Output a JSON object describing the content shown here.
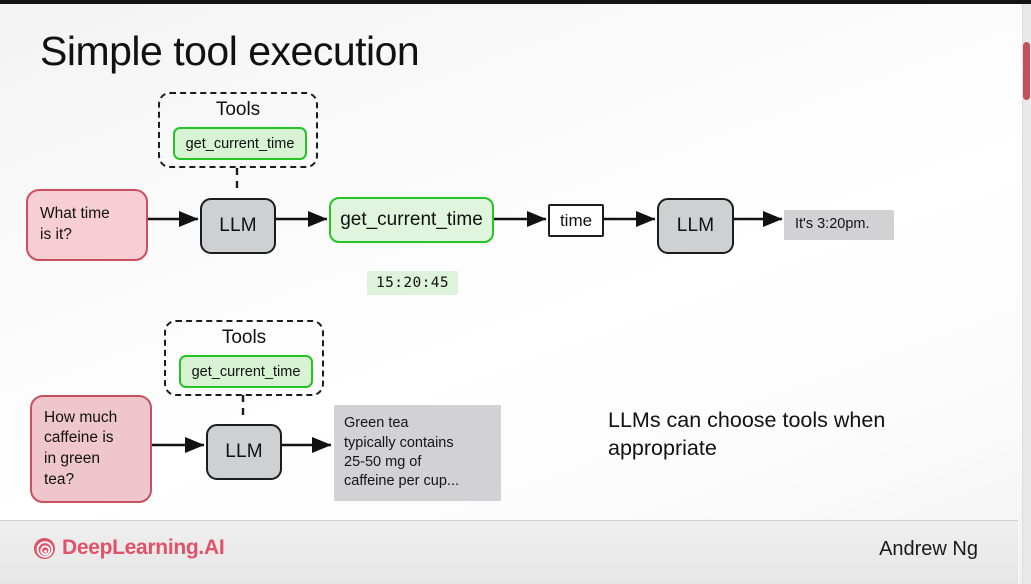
{
  "slide": {
    "title": "Simple tool execution",
    "background_color": "#fafafa"
  },
  "scrollbar": {
    "thumb_color": "#c4505c"
  },
  "flow_one": {
    "question": "What time\nis it?",
    "tools_label": "Tools",
    "tool_name": "get_current_time",
    "llm_label": "LLM",
    "tool_call": "get_current_time",
    "tool_result_value": "15:20:45",
    "tool_output_label": "time",
    "llm_label_two": "LLM",
    "answer": "It's 3:20pm."
  },
  "flow_two": {
    "question": "How much\ncaffeine is\nin green\ntea?",
    "tools_label": "Tools",
    "tool_name": "get_current_time",
    "llm_label": "LLM",
    "answer": "Green tea\ntypically contains\n25-50 mg of\ncaffeine per cup..."
  },
  "callout": {
    "text": "LLMs can choose tools when\nappropriate"
  },
  "footer": {
    "brand": "DeepLearning.AI",
    "brand_color": "#e0526a",
    "author": "Andrew Ng"
  },
  "colors": {
    "pink_fill": "#f6ced3",
    "pink_border": "#cf4e5e",
    "green_fill": "#dff5dd",
    "green_border": "#22c722",
    "llm_fill": "#cfd0d2",
    "gray_answer": "#d2d2d4",
    "ink": "#111111"
  }
}
